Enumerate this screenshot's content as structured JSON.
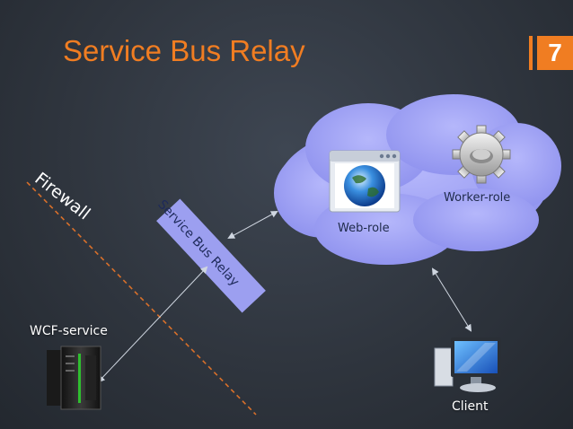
{
  "slide": {
    "title": "Service Bus Relay",
    "number": "7"
  },
  "diagram": {
    "firewall_label": "Firewall",
    "relay_label": "Service Bus Relay",
    "web_role_label": "Web-role",
    "worker_role_label": "Worker-role",
    "wcf_service_label": "WCF-service",
    "client_label": "Client"
  },
  "colors": {
    "accent": "#f07d22",
    "cloud": "#9a9cf4",
    "relay_box": "#9c9ff0",
    "firewall_line": "#d9702a",
    "arrow": "#cfd6e0"
  },
  "icons": [
    "globe-browser-icon",
    "gear-icon",
    "server-icon",
    "computer-icon"
  ]
}
